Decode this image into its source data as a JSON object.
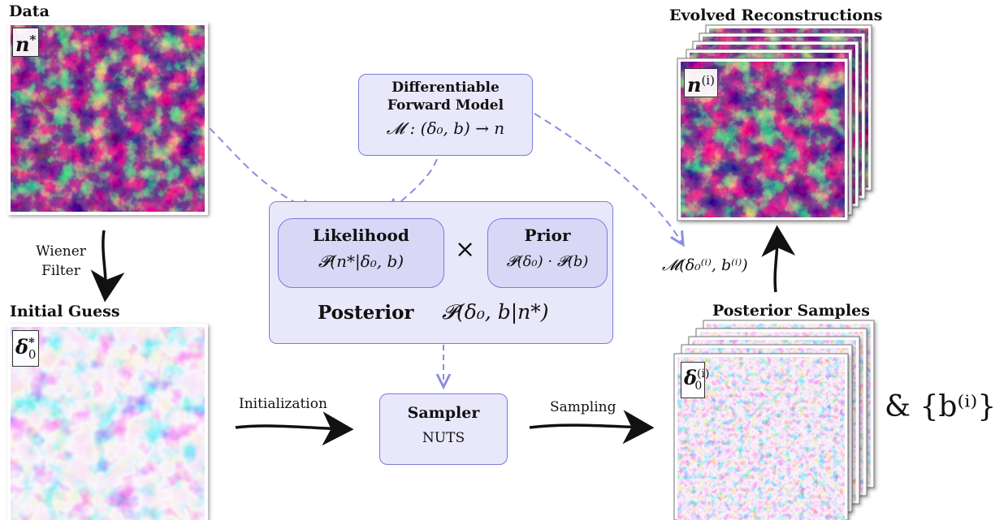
{
  "panels": {
    "data": {
      "title": "Data",
      "tag": "n",
      "tag_sup": "*"
    },
    "initial_guess": {
      "title": "Initial Guess",
      "tag": "δ",
      "tag_sub": "0",
      "tag_sup": "*"
    },
    "evolved": {
      "title": "Evolved Reconstructions",
      "tag": "n",
      "tag_sup": "(i)"
    },
    "posterior_samples": {
      "title": "Posterior Samples",
      "tag": "δ",
      "tag_sub": "0",
      "tag_sup": "(i)"
    }
  },
  "forward_model": {
    "line1": "Differentiable",
    "line2": "Forward Model",
    "formula": "𝓜 : (δ₀, b) → n"
  },
  "likelihood": {
    "title": "Likelihood",
    "formula": "𝓟(n*|δ₀, b)"
  },
  "times": "×",
  "prior": {
    "title": "Prior",
    "formula": "𝓟(δ₀) · 𝓟(b)"
  },
  "posterior": {
    "label": "Posterior",
    "formula": "𝓟(δ₀, b|n*)"
  },
  "sampler": {
    "title": "Sampler",
    "subtitle": "NUTS"
  },
  "arrows": {
    "wiener_line1": "Wiener",
    "wiener_line2": "Filter",
    "initialization": "Initialization",
    "sampling": "Sampling",
    "evolve_label": "𝓜(δ₀⁽ⁱ⁾, b⁽ⁱ⁾)"
  },
  "bias_samples": "& {b⁽ⁱ⁾}",
  "colors": {
    "box_border": "#7b7bd9",
    "box_fill": "#e9e8fb",
    "inner_fill": "#d9d7f6",
    "dashed_arrow": "#8d8de0",
    "magma_dark": "#14051f",
    "magma_bright": "#fcd56b",
    "field_red": "#e7847a",
    "field_blue": "#1f2fb8"
  }
}
